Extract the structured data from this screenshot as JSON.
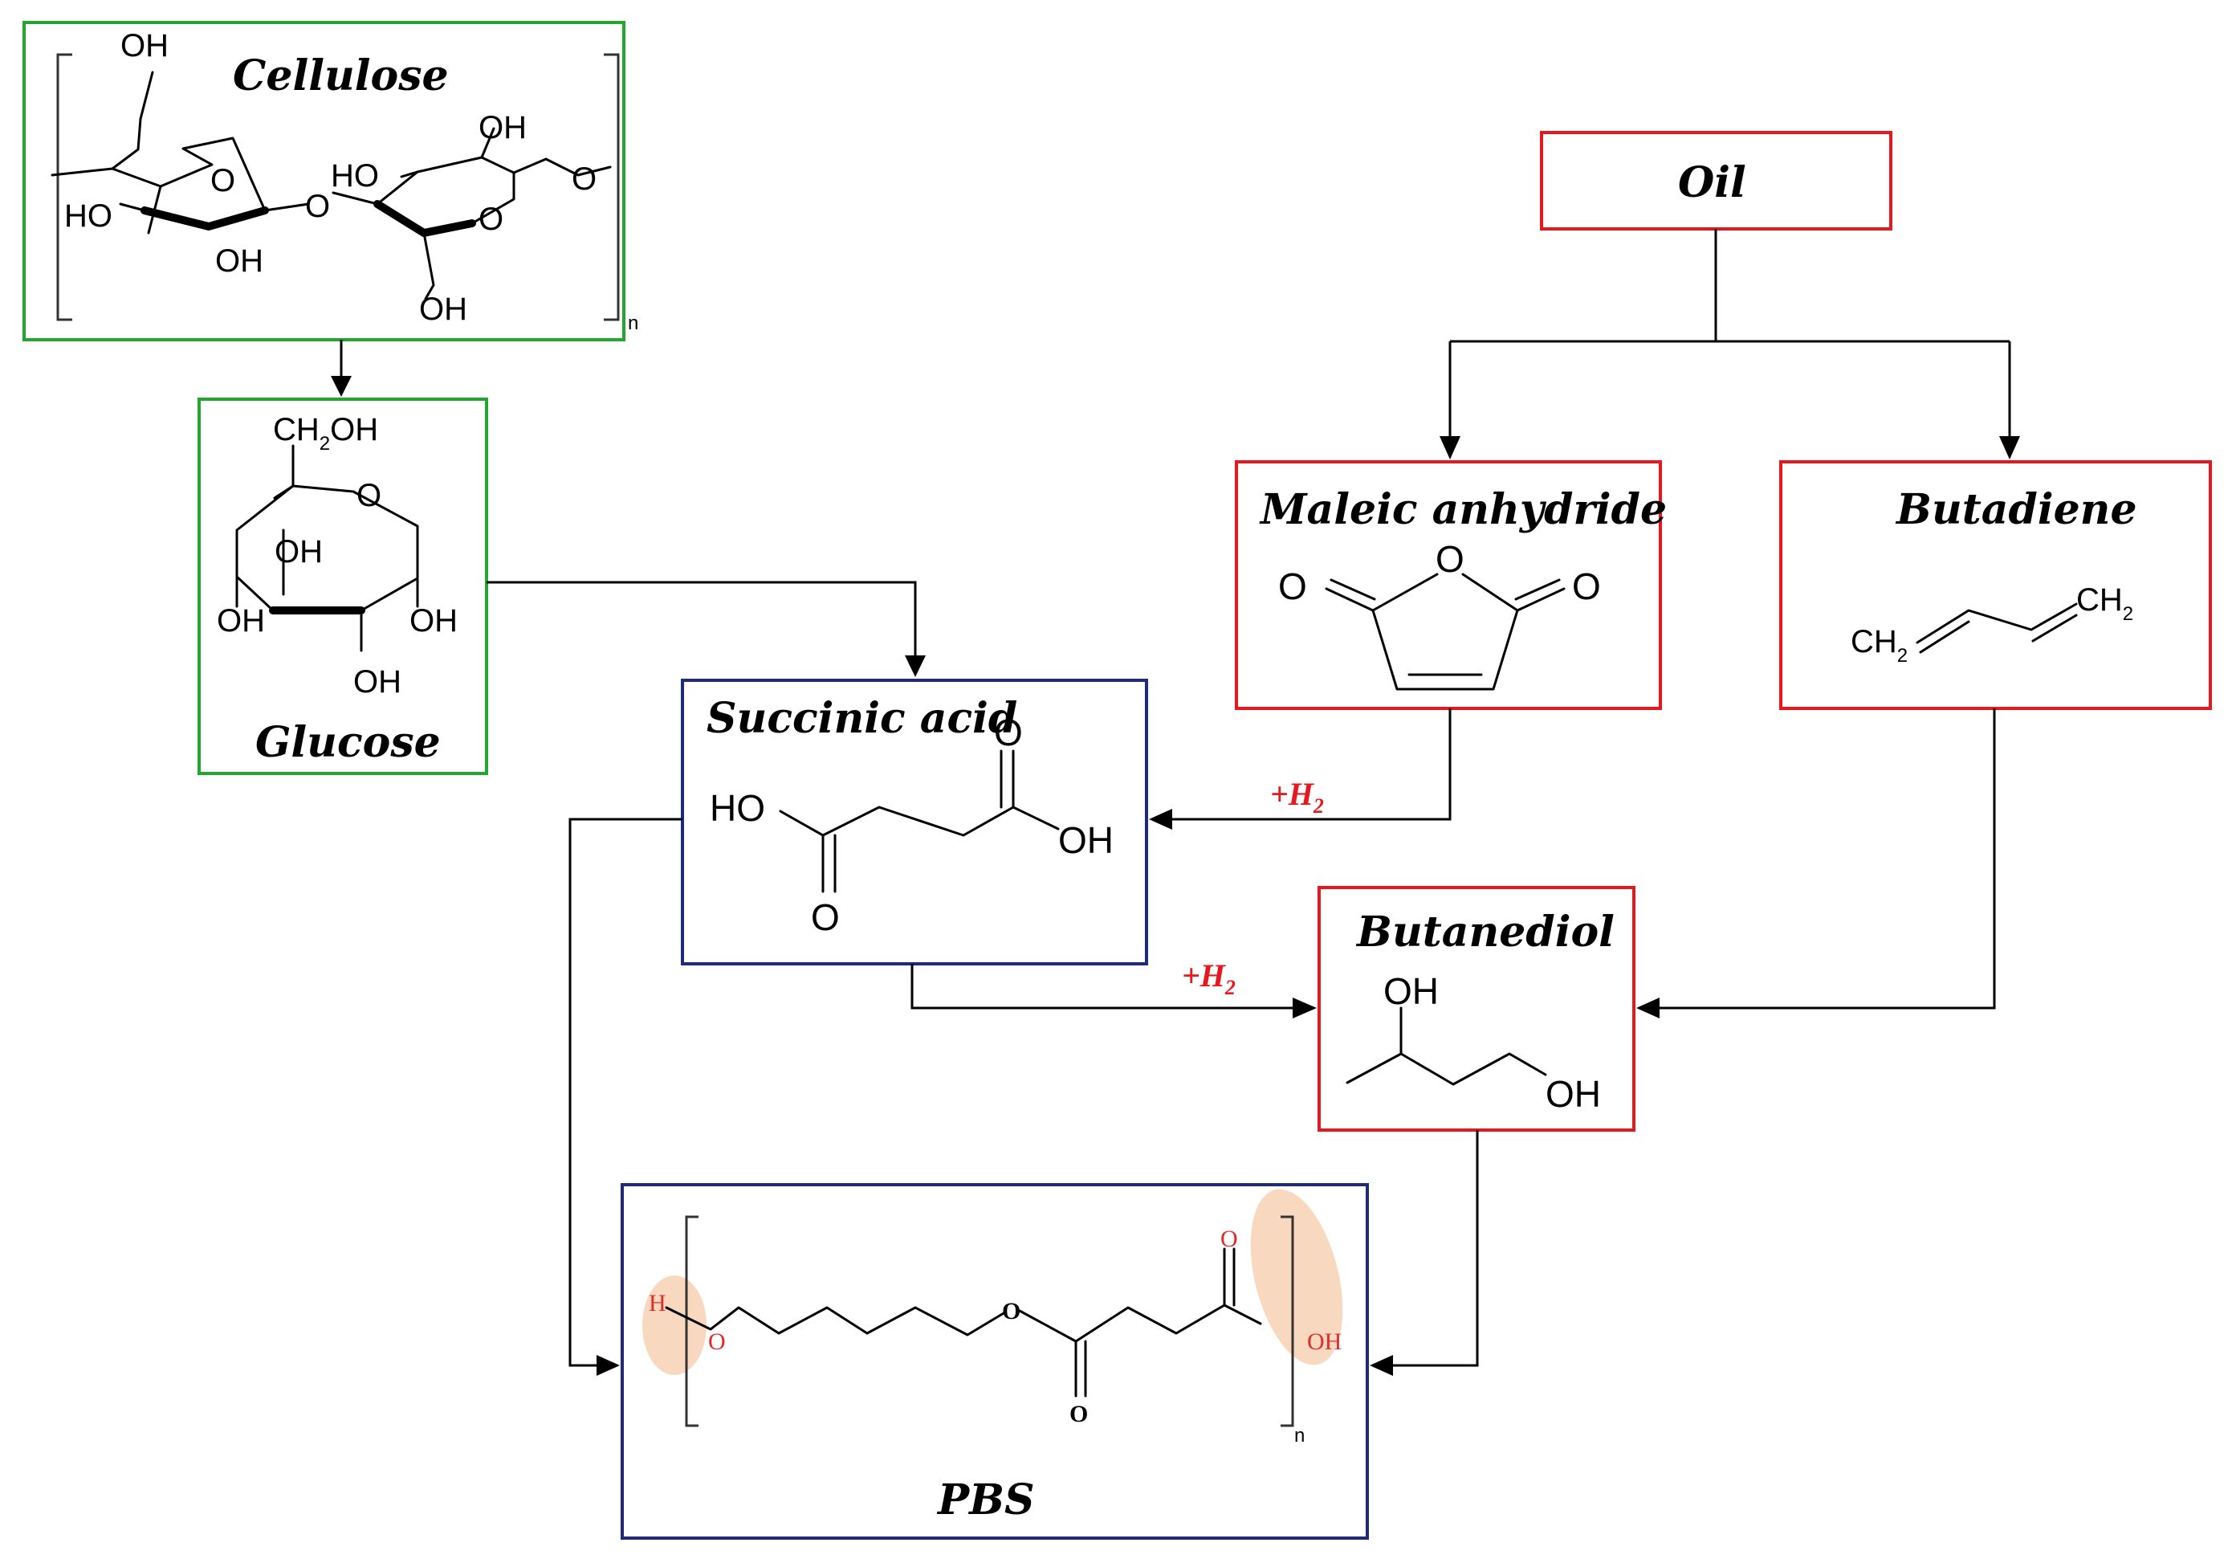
{
  "nodes": {
    "cellulose": {
      "title": "Cellulose",
      "oh_top": "OH",
      "ho_left": "HO",
      "oh_mid": "OH",
      "ho_ring2": "HO",
      "oh_ring2_top": "OH",
      "oh_bottom": "OH",
      "o_ring1": "O",
      "o_link": "O",
      "o_ring2": "O",
      "o_end": "O",
      "n": "n"
    },
    "glucose": {
      "title": "Glucose",
      "ch2oh": "CH",
      "ch2oh_sub": "2",
      "ch2oh_tail": "OH",
      "o_ring": "O",
      "oh_inner": "OH",
      "oh_left": "OH",
      "oh_right": "OH",
      "oh_bottom": "OH"
    },
    "oil": {
      "title": "Oil"
    },
    "maleic_anhydride": {
      "title": "Maleic anhydride",
      "o_ring": "O",
      "o_left": "O",
      "o_right": "O"
    },
    "butadiene": {
      "title": "Butadiene",
      "ch2_left": "CH",
      "ch2_left_sub": "2",
      "ch2_right": "CH",
      "ch2_right_sub": "2"
    },
    "succinic_acid": {
      "title": "Succinic acid",
      "ho": "HO",
      "oh": "OH",
      "o_top": "O",
      "o_bottom": "O"
    },
    "butanediol": {
      "title": "Butanediol",
      "oh_top": "OH",
      "oh_right": "OH"
    },
    "pbs": {
      "title": "PBS",
      "h": "H",
      "o_end": "O",
      "o_ester": "O",
      "o_carbonyl_bottom": "O",
      "o_carbonyl_top": "O",
      "oh": "OH",
      "n": "n"
    }
  },
  "reagents": {
    "to_succinic": {
      "text": "+H",
      "sub": "2"
    },
    "to_butanediol": {
      "text": "+H",
      "sub": "2"
    }
  },
  "colors": {
    "bio_route": "#22a62e",
    "petro_route": "#e8171e",
    "intermediate": "#1d2a7e",
    "end_group_highlight": "#f3b98a"
  }
}
